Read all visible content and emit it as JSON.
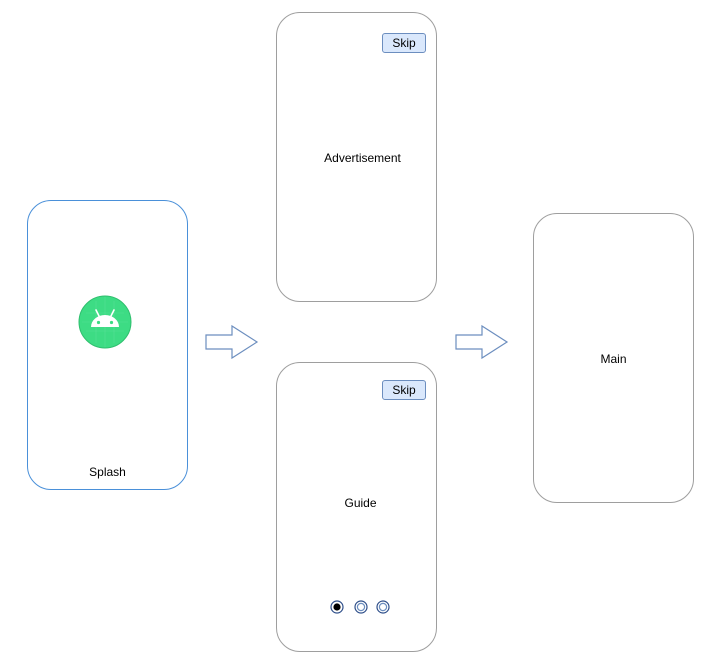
{
  "splash": {
    "label": "Splash",
    "icon": "android-logo-icon",
    "logo_color": "#3ddc84"
  },
  "advertisement": {
    "label": "Advertisement",
    "skip_label": "Skip"
  },
  "guide": {
    "label": "Guide",
    "skip_label": "Skip",
    "page_dots": [
      {
        "active": true
      },
      {
        "active": false
      },
      {
        "active": false
      }
    ]
  },
  "main": {
    "label": "Main"
  },
  "arrows": [
    {
      "icon": "right-arrow-icon"
    },
    {
      "icon": "right-arrow-icon"
    }
  ],
  "colors": {
    "splash_border": "#4a90d9",
    "phone_border": "#9e9e9e",
    "skip_fill": "#dae8fc",
    "skip_border": "#6c8ebf",
    "arrow_stroke": "#6c8ebf"
  }
}
